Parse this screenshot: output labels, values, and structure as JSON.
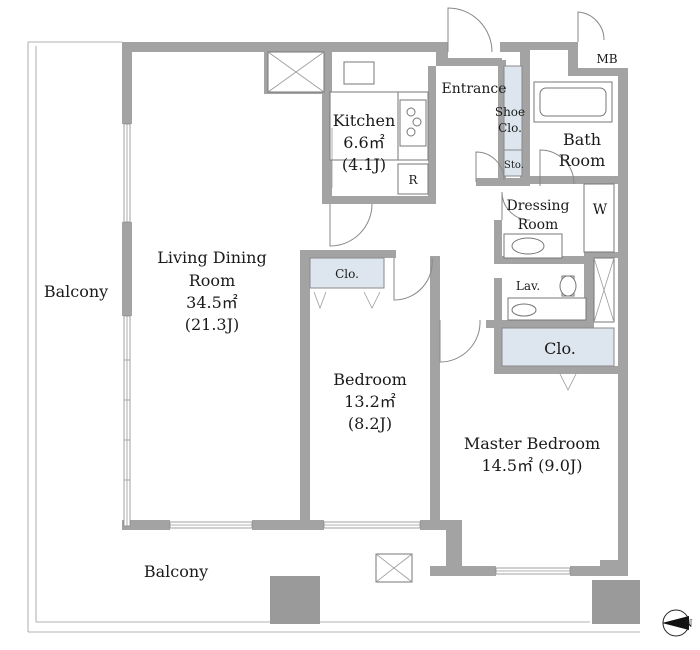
{
  "rooms": {
    "living": {
      "line1": "Living Dining",
      "line2": "Room",
      "area": "34.5㎡",
      "jo": "(21.3J)"
    },
    "kitchen": {
      "name": "Kitchen",
      "area": "6.6㎡",
      "jo": "(4.1J)",
      "fridge": "R"
    },
    "bedroom": {
      "name": "Bedroom",
      "area": "13.2㎡",
      "jo": "(8.2J)"
    },
    "master": {
      "name": "Master Bedroom",
      "area": "14.5㎡ (9.0J)"
    },
    "bath": {
      "line1": "Bath",
      "line2": "Room"
    },
    "dressing": {
      "line1": "Dressing",
      "line2": "Room"
    }
  },
  "labels": {
    "entrance": "Entrance",
    "shoe_clo_1": "Shoe",
    "shoe_clo_2": "Clo.",
    "sto": "Sto.",
    "mb": "MB",
    "w": "W",
    "lav": "Lav.",
    "clo_bedroom": "Clo.",
    "clo_master": "Clo.",
    "balcony_west": "Balcony",
    "balcony_south": "Balcony",
    "north": "N"
  }
}
